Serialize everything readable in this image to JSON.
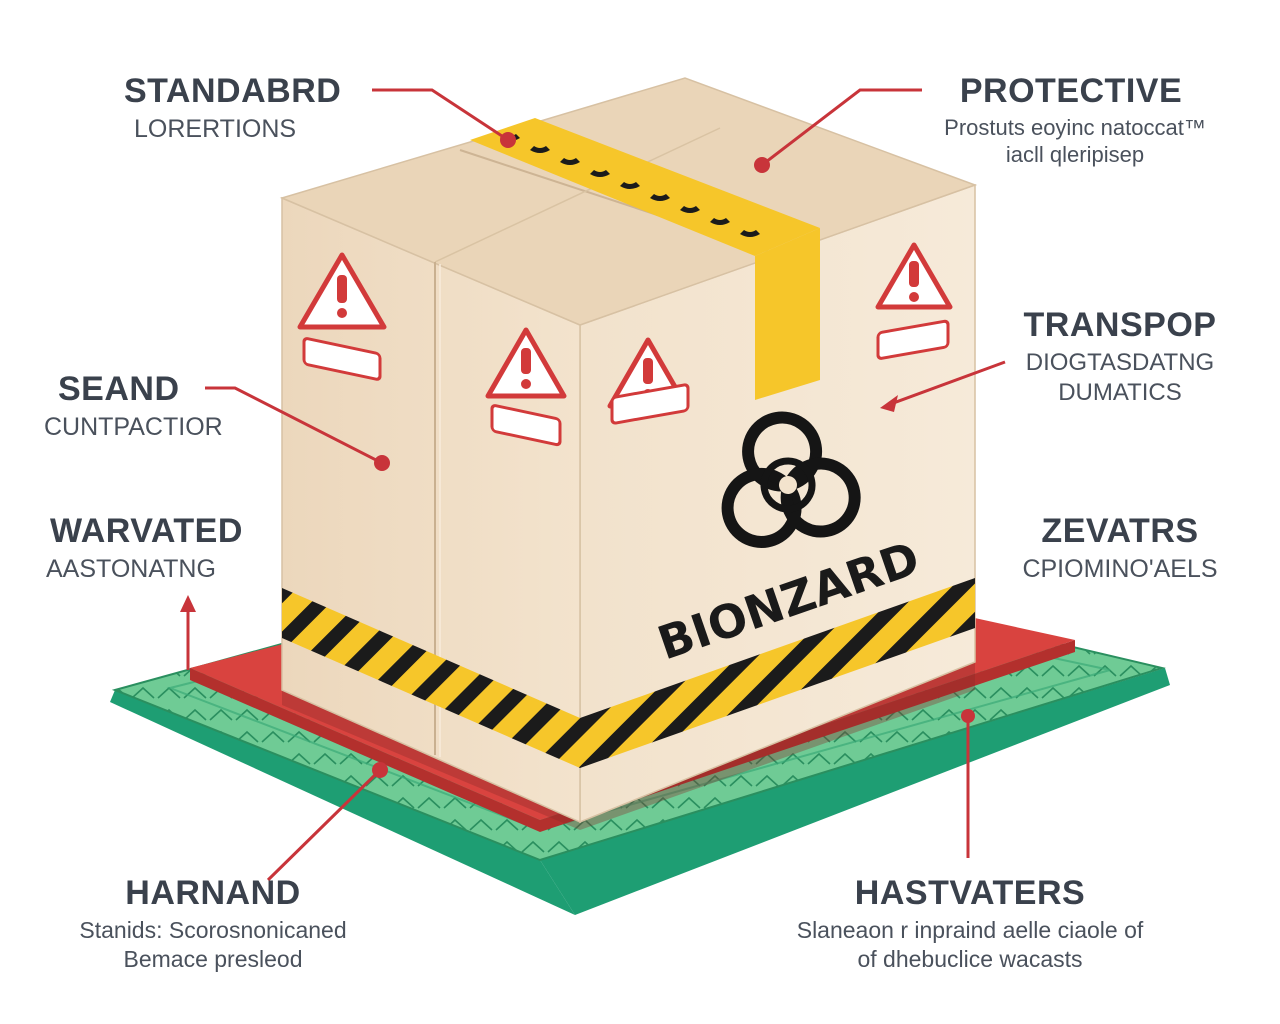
{
  "colors": {
    "cardboard_front": "#efdcc3",
    "cardboard_right": "#f3e4cf",
    "cardboard_top": "#ead5b8",
    "tape_yellow": "#f6c62a",
    "pad_red": "#d9433f",
    "pallet_green": "#6fcb95",
    "pallet_dark": "#1e9e73",
    "leader_red": "#c8343a",
    "text_dark": "#3a414c"
  },
  "box": {
    "brand_text": "BIONZARD",
    "symbol": "biohazard-icon",
    "warning_icon": "warning-triangle-icon"
  },
  "labels": {
    "top_left": {
      "title": "STANDABRD",
      "desc": "LORERTIONS"
    },
    "top_right": {
      "title": "PROTECTIVE",
      "desc": "Prostuts eoyinc natoccat™",
      "desc2": "iacll qleripisep"
    },
    "mid_left": {
      "title": "SEAND",
      "desc": "CUNTPACTIOR"
    },
    "mid_right": {
      "title": "TRANSPOP",
      "desc": "DIOGTASDATNG",
      "desc2": "DUMATICS"
    },
    "low_left": {
      "title": "WARVATED",
      "desc": "AASTONATNG"
    },
    "low_right": {
      "title": "ZEVATRS",
      "desc": "CPIOMINO'AELS"
    },
    "bottom_left": {
      "title": "HARNAND",
      "desc": "Stanids: Scorosnonicaned",
      "desc2": "Bemace presleod"
    },
    "bottom_right": {
      "title": "HASTVATERS",
      "desc": "Slaneaon r inpraind aelle ciaole of",
      "desc2": "of  dhebuclice wacasts"
    }
  }
}
